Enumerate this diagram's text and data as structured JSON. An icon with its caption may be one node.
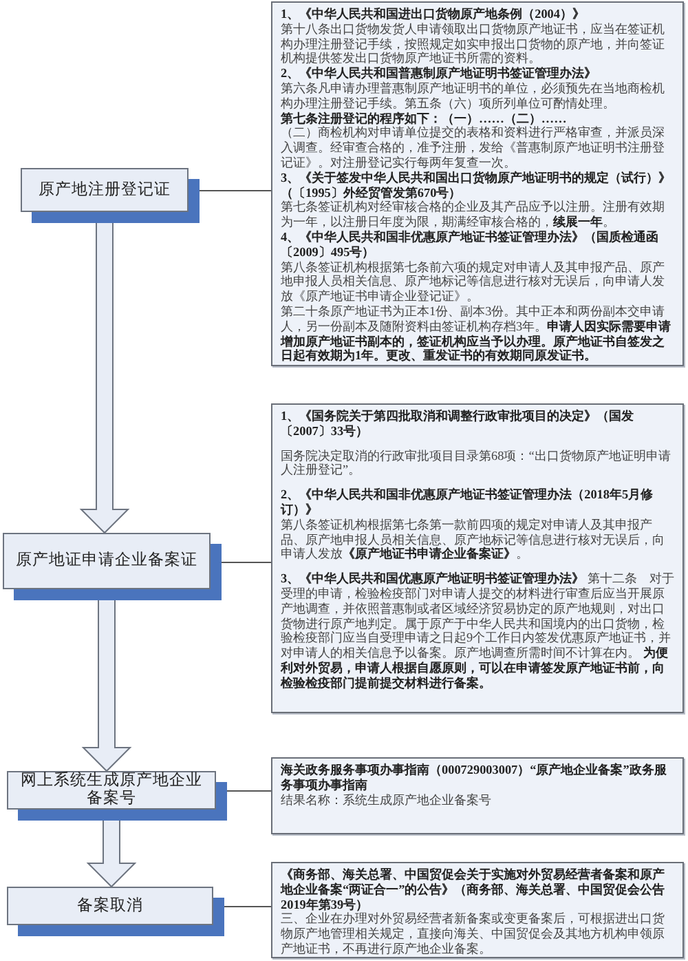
{
  "diagram": {
    "nodes": [
      {
        "text": [
          "原产地注册登记证"
        ]
      },
      {
        "text": [
          "原产地证申请企业备案证"
        ]
      },
      {
        "text": [
          "网上系统生成原产地企业备案号"
        ]
      },
      {
        "text": [
          "备案取消"
        ]
      },
      {
        "text": [
          "1、《中华人民共和国进出口货物原产地条例（2004）》",
          "第十八条出口货物发货人申请领取出口货物原产地证书，应当在签证机构办理注册登记手续，按照规定如实申报出口货物的原产地，并向签证机构提供签发出口货物原产地证书所需的资料。",
          "2、《中华人民共和国普惠制原产地证明书签证管理办法》",
          "第六条凡申请办理普惠制原产地证明书的单位，必须预先在当地商检机构办理注册登记手续。第五条（六）项所列单位可酌情处理。",
          "第七条注册登记的程序如下：（一）……（二）……",
          "（二）商检机构对申请单位提交的表格和资料进行严格审查，并派员深入调查。经审查合格的，准予注册，发给《普惠制原产地证明书注册登记证》。对注册登记实行每两年复查一次。",
          "3、《关于签发中华人民共和国出口货物原产地证明书的规定（试行）》（〔1995〕外经贸管发第670号）",
          "第七条签证机构对经审核合格的企业及其产品应予以注册。注册有效期为一年，以注册日年度为限，期满经审核合格的，**续展一年**。",
          "4、《中华人民共和国非优惠原产地证书签证管理办法》（国质检通函〔2009〕495号）",
          "第八条签证机构根据第七条前六项的规定对申请人及其申报产品、原产地申报人员相关信息、原产地标记等信息进行核对无误后，向申请人发放《原产地证书申请企业登记证》。",
          "第二十条原产地证书为正本1份、副本3份。其中正本和两份副本交申请人，另一份副本及随附资料由签证机构存档3年。**申请人因实际需要申请增加原产地证书副本的，签证机构应当予以办理。原产地证书自签发之日起有效期为1年。更改、重发证书的有效期同原发证书。**"
        ]
      },
      {
        "text": [
          "1、《国务院关于第四批取消和调整行政审批项目的决定》（国发〔2007〕33号）",
          "国务院决定取消的行政审批项目目录第68项：“出口货物原产地证明申请人注册登记”。",
          "2、《中华人民共和国非优惠原产地证书签证管理办法（2018年5月修订）》",
          "第八条签证机构根据第七条第一款前四项的规定对申请人及其申报产品、原产地申报人员相关信息、原产地标记等信息进行核对无误后，向申请人发放**《原产地证书申请企业备案证》**。",
          "**3、《中华人民共和国优惠原产地证明书签证管理办法》** 第十二条　对于受理的申请，检验检疫部门对申请人提交的材料进行审查后应当开展原产地调查，并依照普惠制或者区域经济贸易协定的原产地规则，对出口货物进行原产地判定。属于原产于中华人民共和国境内的出口货物，检验检疫部门应当自受理申请之日起9个工作日内签发优惠原产地证书，并对申请人的相关信息予以备案。原产地调查所需时间不计算在内。 **为便利对外贸易，申请人根据自愿原则，可以在申请签发原产地证书前，向检验检疫部门提前提交材料进行备案。**"
        ]
      },
      {
        "text": [
          "海关政务服务事项办事指南（000729003007）“原产地企业备案”政务服务事项办事指南",
          "结果名称：系统生成原产地企业备案号"
        ]
      },
      {
        "text": [
          "《商务部、海关总署、中国贸促会关于实施对外贸易经营者备案和原产地企业备案“两证合一”的公告》（商务部、海关总署、中国贸促会公告2019年第39号）",
          "三、企业在办理对外贸易经营者新备案或变更备案后，可根据进出口货物原产地管理相关规定，直接向海关、中国贸促会及其地方机构申领原产地证书，不再进行原产地企业备案。"
        ]
      }
    ],
    "edges": [
      {
        "from": 0,
        "to": 1,
        "arrow": "to"
      },
      {
        "from": 1,
        "to": 2,
        "arrow": "to"
      },
      {
        "from": 2,
        "to": 3,
        "arrow": "to"
      },
      {
        "from": 0,
        "to": 4,
        "arrow": "none"
      },
      {
        "from": 1,
        "to": 5,
        "arrow": "none"
      },
      {
        "from": 2,
        "to": 6,
        "arrow": "none"
      },
      {
        "from": 3,
        "to": 7,
        "arrow": "none"
      }
    ]
  }
}
